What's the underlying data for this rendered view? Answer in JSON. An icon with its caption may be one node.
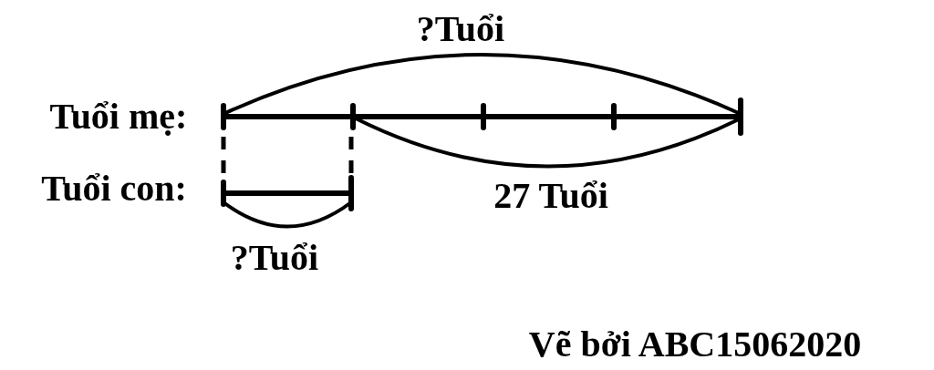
{
  "diagram": {
    "labels": [
      "?Tuổi",
      "Tuổi mẹ:",
      "Tuổi con:",
      "27 Tuổi",
      "?Tuổi",
      "Vẽ bởi ABC15062020"
    ]
  }
}
